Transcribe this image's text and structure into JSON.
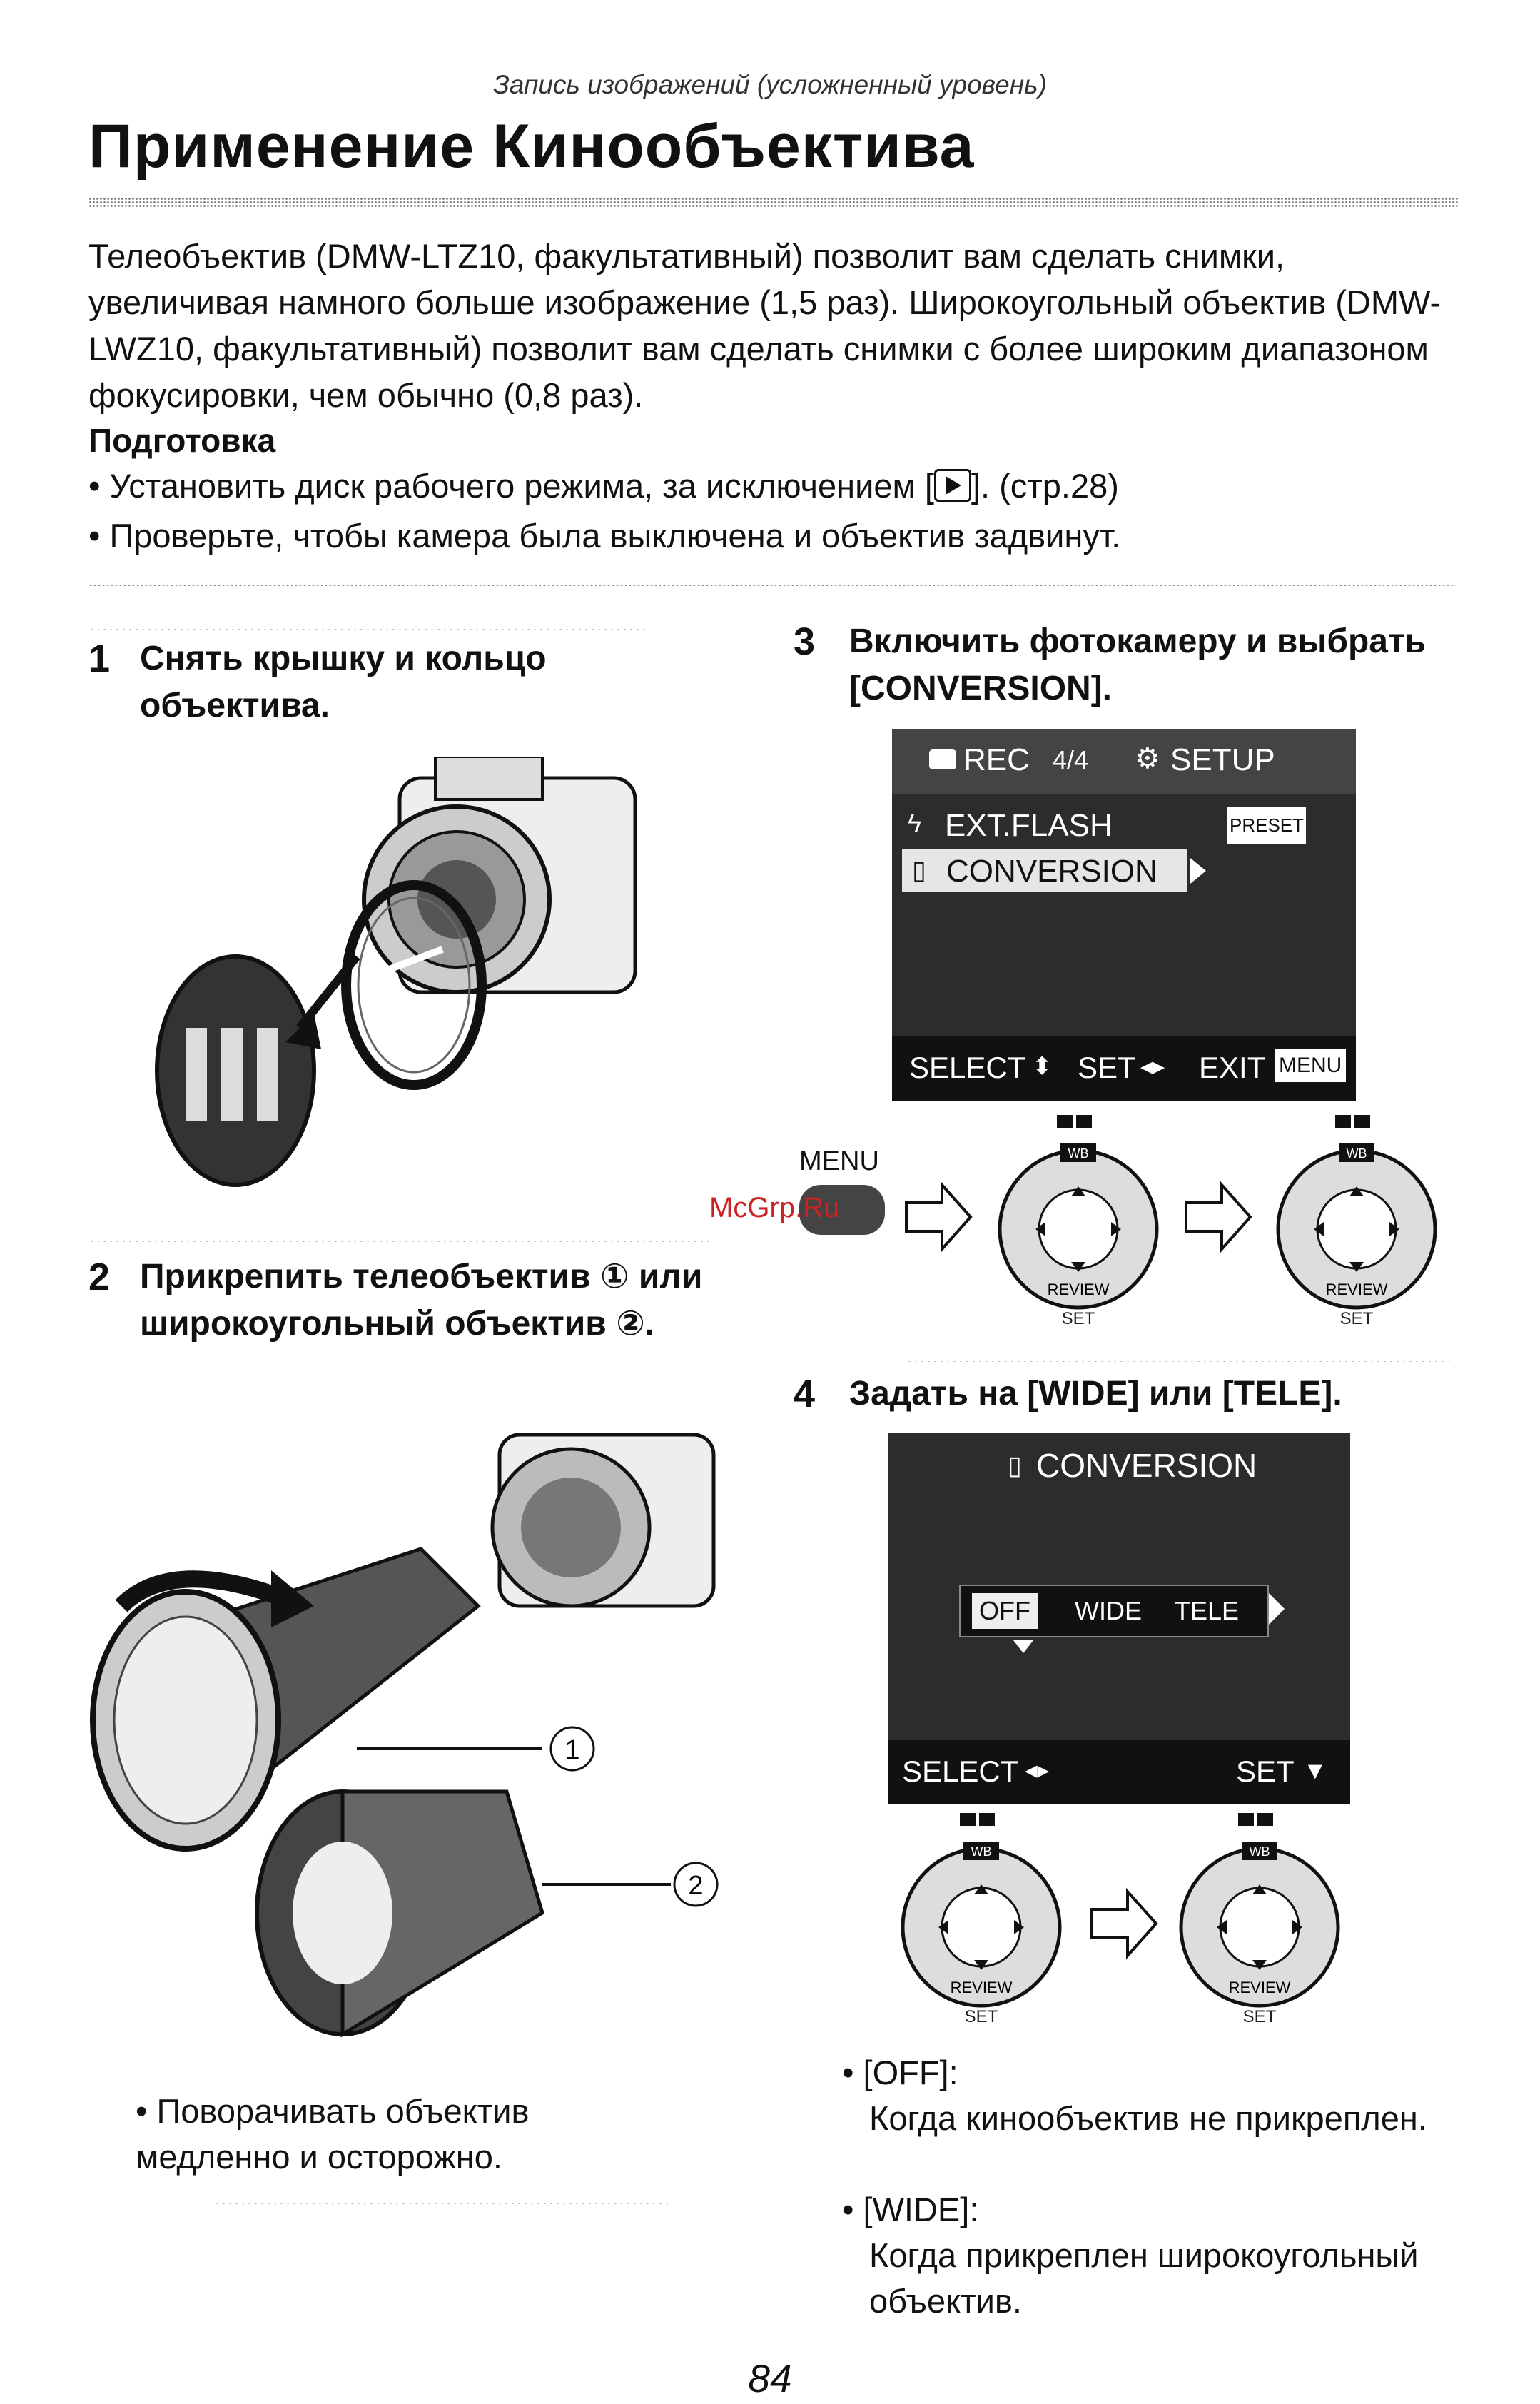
{
  "header": {
    "section": "Запись изображений (усложненный уровень)"
  },
  "title": "Применение Кинообъектива",
  "intro": "Телеобъектив (DMW-LTZ10, факультативный) позволит вам сделать снимки, увеличивая намного больше изображение (1,5 раз). Широкоугольный объектив (DMW-LWZ10, факультативный) позволит вам сделать снимки с более широким диапазоном фокусировки, чем обычно (0,8 раз).",
  "preparation": {
    "heading": "Подготовка",
    "bullet1_pre": "• Установить диск рабочего режима, за исключением [",
    "bullet1_post": "]. (стр.28)",
    "bullet2": "• Проверьте, чтобы камера была выключена и объектив задвинут."
  },
  "steps": {
    "s1": {
      "num": "1",
      "text": "Снять крышку и кольцо объектива."
    },
    "s2": {
      "num": "2",
      "text": "Прикрепить телеобъектив ① или широкоугольный объектив ②."
    },
    "s3": {
      "num": "3",
      "text": "Включить фотокамеру и выбрать [CONVERSION]."
    },
    "s4": {
      "num": "4",
      "text": "Задать на [WIDE] или [TELE]."
    }
  },
  "figure2": {
    "label1": "1",
    "label2": "2"
  },
  "note": "• Поворачивать объектив медленно и осторожно.",
  "screen1": {
    "tab_rec": "REC",
    "page": "4/4",
    "tab_setup": "SETUP",
    "item1": "EXT.FLASH",
    "item1_value": "PRESET",
    "item2": "CONVERSION",
    "footer_select": "SELECT",
    "footer_set": "SET",
    "footer_exit": "EXIT",
    "footer_menu": "MENU"
  },
  "dial": {
    "menu_label": "MENU",
    "set_label": "SET",
    "review_label": "REVIEW",
    "wb_label": "WB"
  },
  "screen2": {
    "title": "CONVERSION",
    "opt_off": "OFF",
    "opt_wide": "WIDE",
    "opt_tele": "TELE",
    "footer_select": "SELECT",
    "footer_set": "SET"
  },
  "options": {
    "off_label": "• [OFF]:",
    "off_desc": "Когда кинообъектив не прикреплен.",
    "wide_label": "• [WIDE]:",
    "wide_desc": "Когда прикреплен широкоугольный объектив."
  },
  "watermark": "McGrp.Ru",
  "page_number": "84"
}
